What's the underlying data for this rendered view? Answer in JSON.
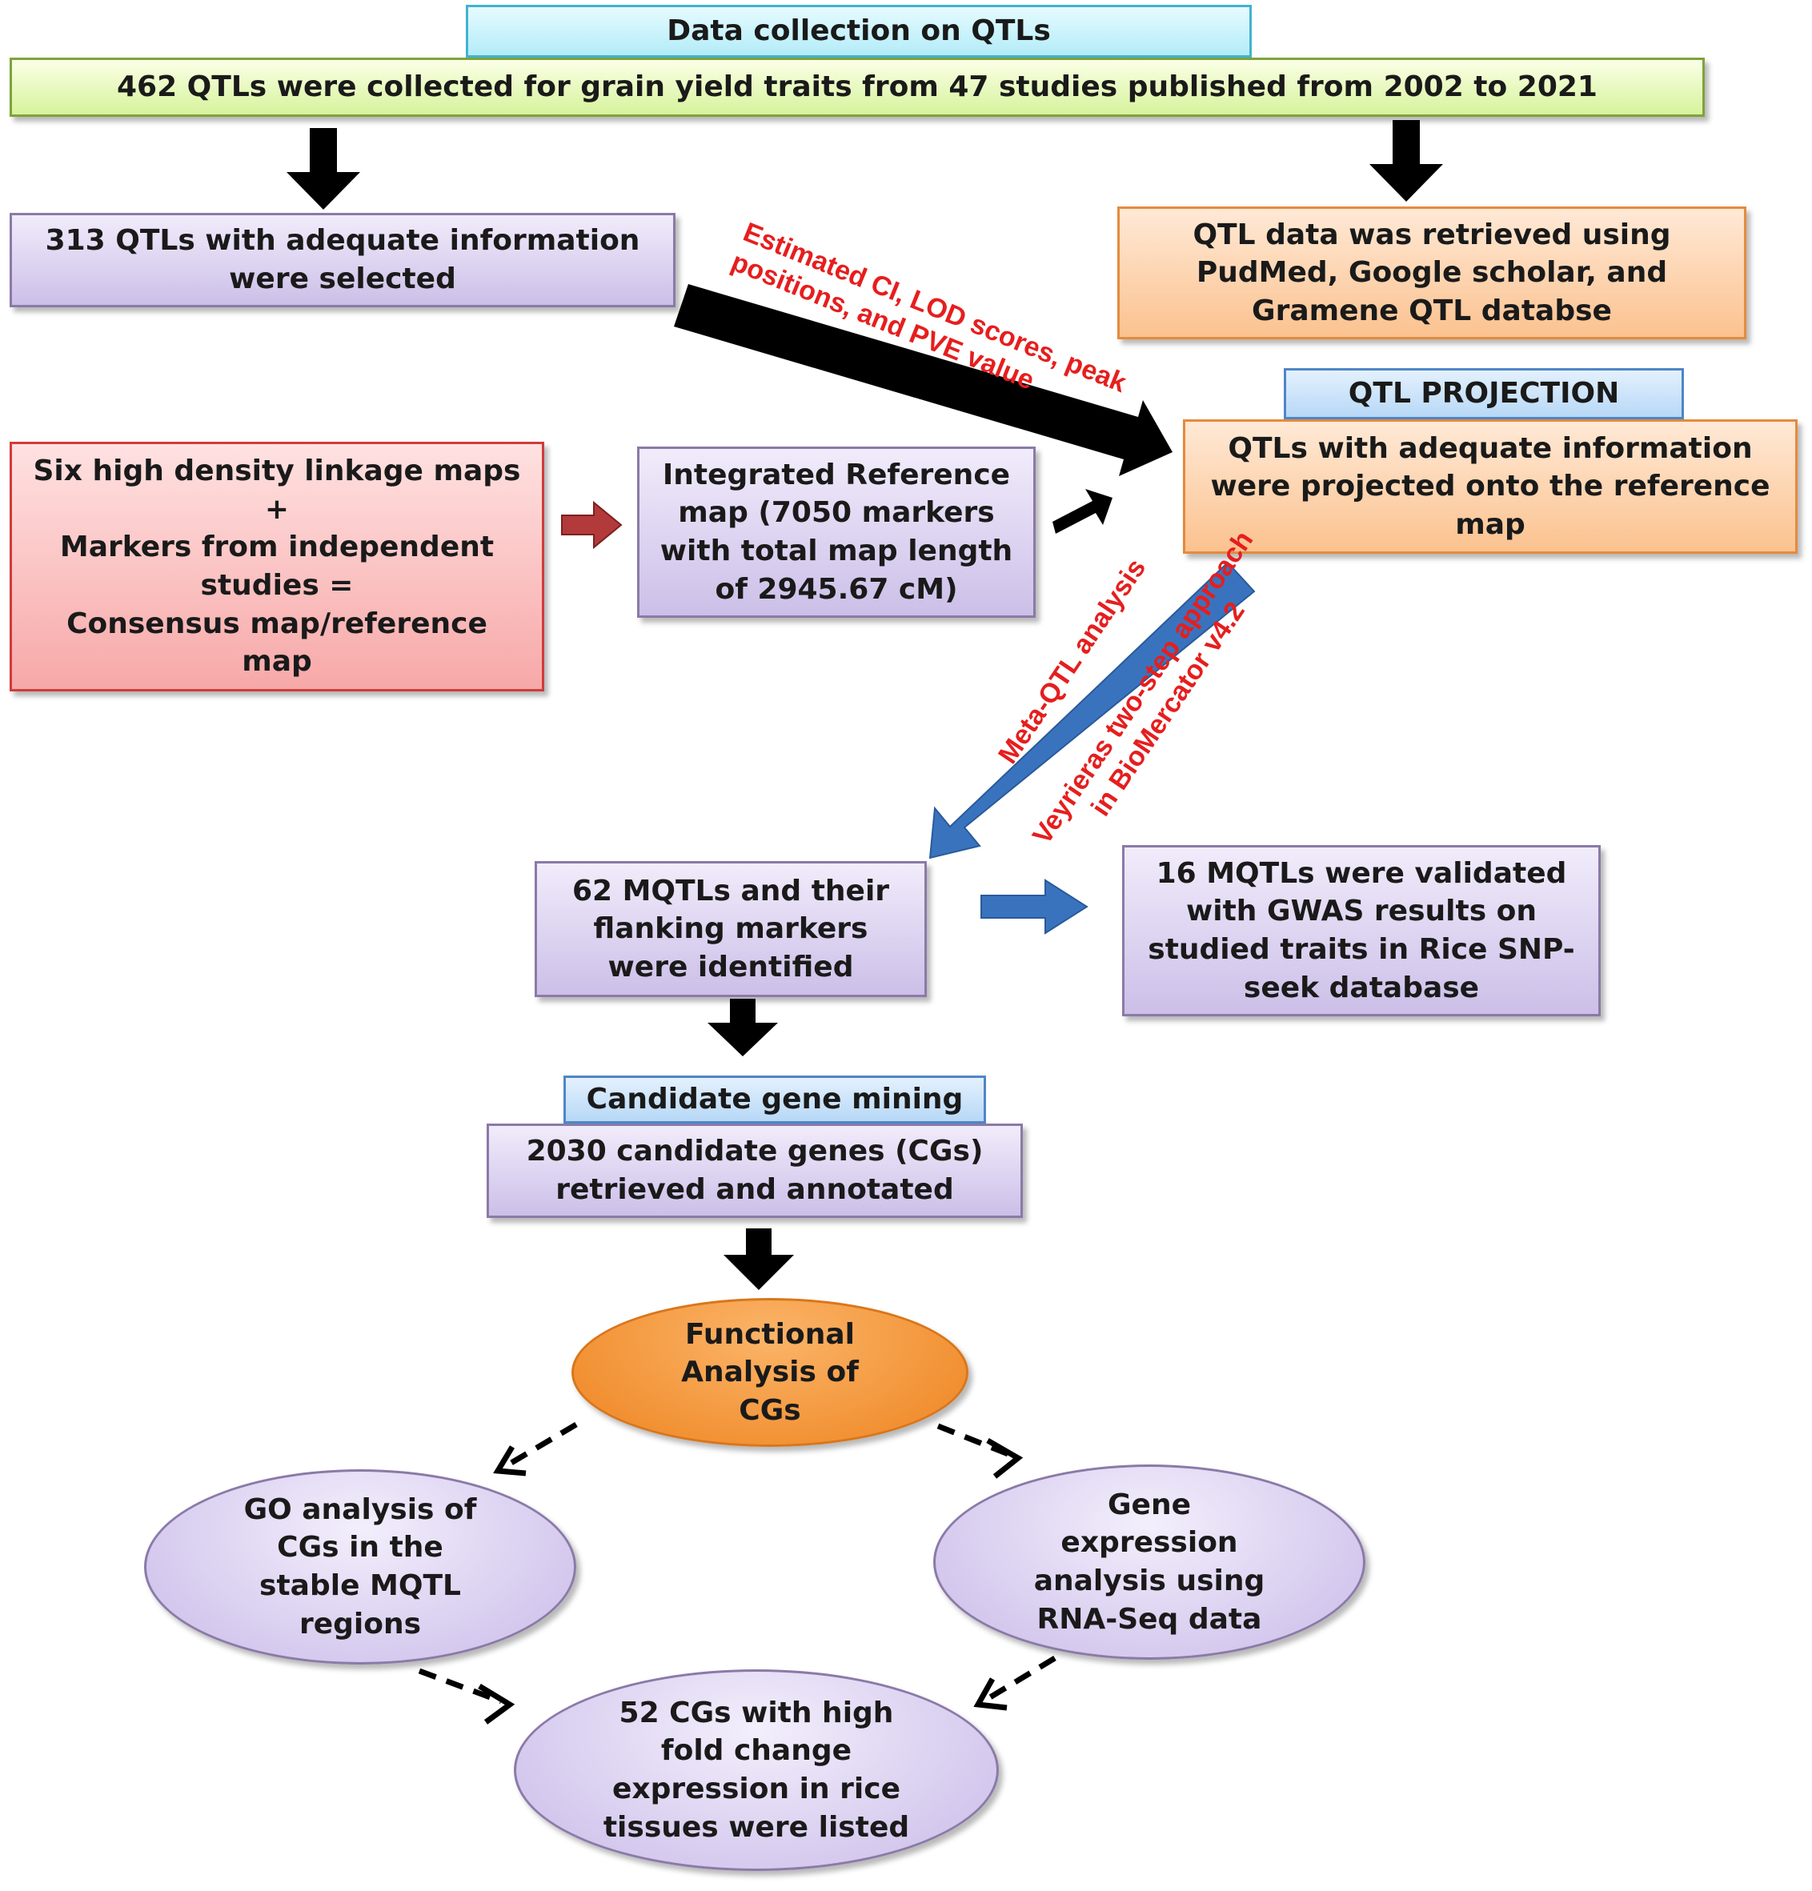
{
  "header": {
    "title": "Data collection on QTLs"
  },
  "collection": {
    "summary": "462 QTLs were collected for grain yield traits from 47 studies published from 2002 to 2021"
  },
  "selected": {
    "text": "313 QTLs with adequate information\nwere selected"
  },
  "retrieval": {
    "text": "QTL data was retrieved using\nPudMed, Google scholar, and\nGramene QTL databse"
  },
  "estimation_label": {
    "line1": "Estimated CI, LOD scores, peak",
    "line2": "positions, and PVE value"
  },
  "projection": {
    "title": "QTL PROJECTION",
    "text": "QTLs with adequate information\nwere projected onto the reference\nmap"
  },
  "consensus": {
    "text": "Six high density linkage maps\n+\nMarkers from independent\nstudies =\nConsensus map/reference\nmap"
  },
  "reference_map": {
    "text": "Integrated Reference\nmap (7050 markers\nwith total map length\nof 2945.67 cM)"
  },
  "meta_label": {
    "line1": "Meta-QTL analysis",
    "line2": "Veyrieras two-step approach",
    "line3": "in BioMercator v4.2"
  },
  "mqtl": {
    "text": "62 MQTLs and their\nflanking markers\nwere identified"
  },
  "validation": {
    "text": "16 MQTLs were validated\nwith GWAS results on\nstudied traits in Rice SNP-\nseek database"
  },
  "mining": {
    "title": "Candidate gene mining",
    "text": "2030 candidate genes (CGs)\nretrieved and annotated"
  },
  "functional": {
    "text": "Functional\nAnalysis of\nCGs"
  },
  "go_analysis": {
    "text": "GO analysis of\nCGs in the\nstable MQTL\nregions"
  },
  "expression": {
    "text": "Gene\nexpression\nanalysis using\nRNA-Seq data"
  },
  "result": {
    "text": "52 CGs with high\nfold change\nexpression in rice\ntissues were listed"
  },
  "colors": {
    "red_text": "#e61e1e",
    "black_arrow": "#000000",
    "blue_arrow": "#3a73bd",
    "maroon_arrow": "#b33a3a",
    "orange_ellipse": "#ee8420"
  }
}
